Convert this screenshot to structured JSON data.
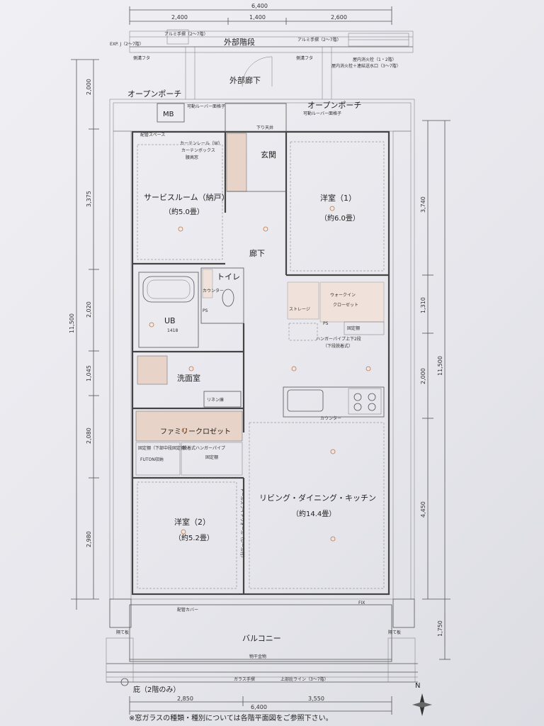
{
  "dimensions": {
    "top_total": "6,400",
    "top_segments": [
      "2,400",
      "1,400",
      "2,600"
    ],
    "bottom_segments": [
      "2,850",
      "3,550"
    ],
    "bottom_total": "6,400",
    "left_outer": "11,500",
    "right_outer": "11,500",
    "left_segments": [
      "2,000",
      "3,375",
      "2,020",
      "1,045",
      "2,080",
      "2,980"
    ],
    "right_segments": [
      "3,740",
      "1,310",
      "2,000",
      "4,450",
      "1,750"
    ]
  },
  "labels": {
    "exp_j": "EXP. J（2〜7階）",
    "alum_rail_left": "アルミ手摺（2〜7階）",
    "alum_rail_right": "アルミ手摺（2〜7階）",
    "outer_stairs": "外部階段",
    "side_lid_left": "側溝フタ",
    "side_lid_right": "側溝フタ",
    "fire_hydrant": "屋内消火栓（1・2階）",
    "fire_hydrant2": "屋内消火栓＋連結送水口（3〜7階）",
    "outer_corridor": "外部廊下",
    "open_porch_left": "オープンポーチ",
    "open_porch_right": "オープンポーチ",
    "mb": "MB",
    "louver_left": "可動ルーバー面格子",
    "louver_right": "可動ルーバー面格子",
    "entrance": "玄関",
    "pipe_space": "配管スペース",
    "curtain_rail_w": "カーテンレール（W）",
    "curtain_box": "カーテンボックス",
    "waist_window": "腰高窓",
    "down_ceiling": "下り天井",
    "service_room": "サービスルーム（納戸）",
    "service_room_size": "（約5.0畳）",
    "western1": "洋室（1）",
    "western1_size": "（約6.0畳）",
    "hallway": "廊下",
    "toilet": "トイレ",
    "counter": "カウンター",
    "ub": "UB",
    "ub_code": "1418",
    "ps": "PS",
    "storage": "ストレージ",
    "wic": "ウォークイン",
    "wic2": "クローゼット",
    "shelf": "固定棚",
    "hanger_pipe": "ハンガーパイプ上下2段",
    "hanger_pipe2": "（下段脱着式）",
    "washroom": "洗面室",
    "linen": "リネン庫",
    "family_closet": "ファミリークロゼット",
    "fixed_shelf_lower": "固定棚（下部中段固定棚）",
    "futon": "FUTON収納",
    "detachable_hanger": "脱着式ハンガーパイプ",
    "fixed_shelf": "固定棚",
    "western2": "洋室（2）",
    "western2_size": "（約5.2畳）",
    "ldk": "リビング・ダイニング・キッチン",
    "ldk_size": "（約14.4畳）",
    "trolley_wall": "トールスライドウォール（レール付）",
    "counter_k": "カウンター",
    "pipe_cover": "配管カバー",
    "fix": "FIX",
    "balcony": "バルコニー",
    "partition_left": "隔て板",
    "partition_right": "隔て板",
    "drying_rack": "物干金物",
    "glass_rail": "ガラス手摺",
    "upper_eave": "上部庇ライン（3〜7階）",
    "eave": "庇（2階のみ）",
    "north": "N",
    "footnote": "※窓ガラスの種類・種別については各階平面図をご参照下さい。"
  }
}
